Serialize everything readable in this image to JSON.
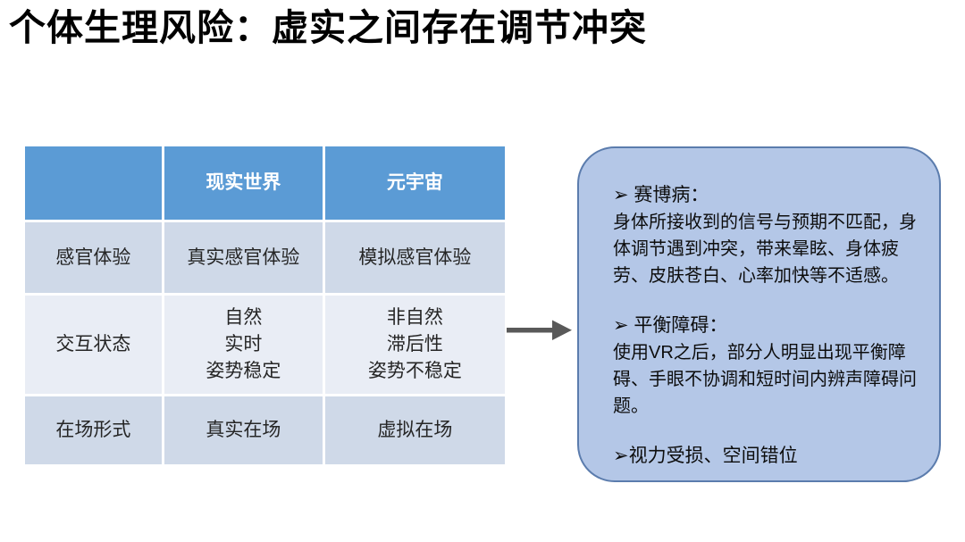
{
  "slide": {
    "title": "个体生理风险：虚实之间存在调节冲突"
  },
  "comparison_table": {
    "columns": [
      "",
      "现实世界",
      "元宇宙"
    ],
    "rows": [
      {
        "label": "感官体验",
        "real_world": "真实感官体验",
        "metaverse": "模拟感官体验"
      },
      {
        "label": "交互状态",
        "real_world": "自然\n实时\n姿势稳定",
        "metaverse": "非自然\n滞后性\n姿势不稳定"
      },
      {
        "label": "在场形式",
        "real_world": "真实在场",
        "metaverse": "虚拟在场"
      }
    ]
  },
  "risk_box": {
    "items": [
      {
        "heading": "➢ 赛博病：",
        "body": "身体所接收到的信号与预期不匹配，身体调节遇到冲突，带来晕眩、身体疲劳、皮肤苍白、心率加快等不适感。"
      },
      {
        "heading": "➢ 平衡障碍：",
        "body": "使用VR之后，部分人明显出现平衡障碍、手眼不协调和短时间内辨声障碍问题。"
      },
      {
        "heading": "➢视力受损、空间错位",
        "body": ""
      }
    ]
  },
  "colors": {
    "table_header_bg": "#5B9BD5",
    "table_header_text": "#FFFFFF",
    "table_row_bg": "#CFD9E8",
    "table_row_alt_bg": "#E9EDF5",
    "box_bg": "#B4C7E7",
    "box_border": "#5B7CAD",
    "arrow": "#595959",
    "title_text": "#000000",
    "body_text": "#262626"
  }
}
